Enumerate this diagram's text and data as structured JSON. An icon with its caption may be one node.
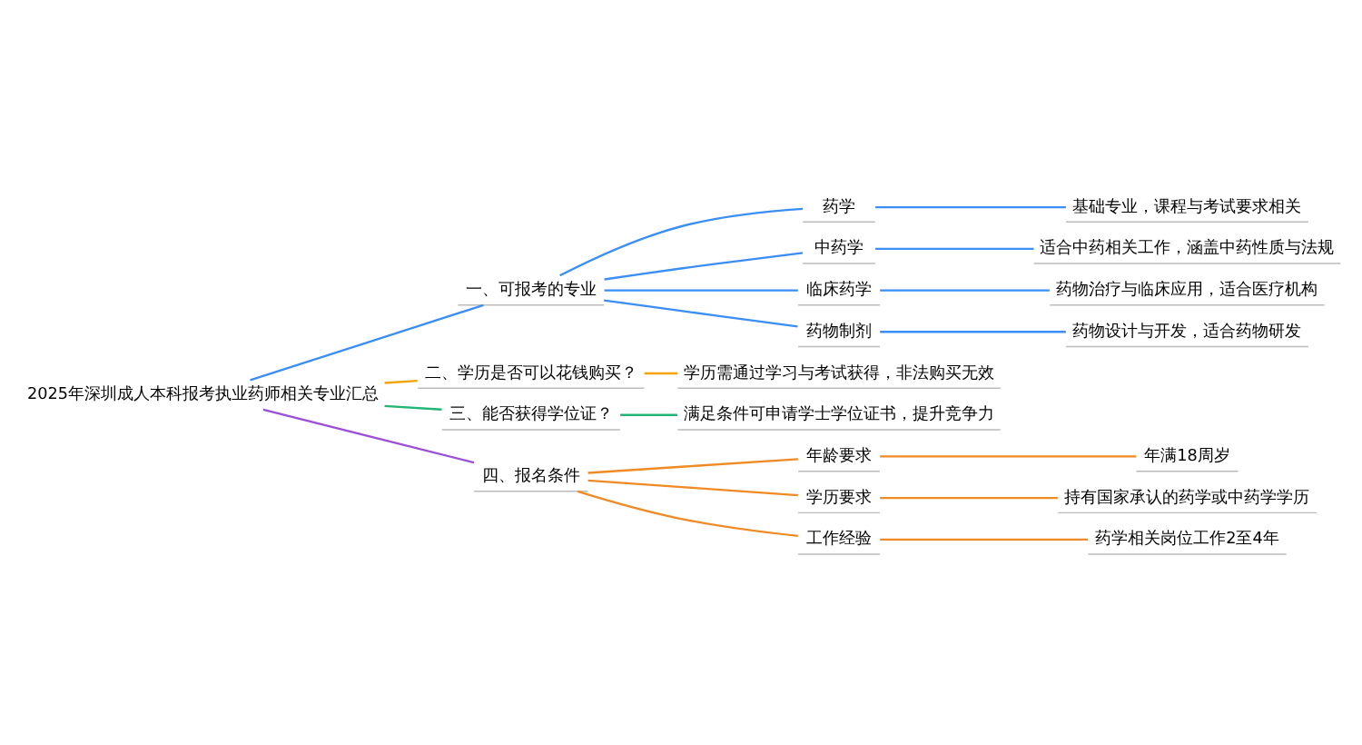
{
  "diagram": {
    "nodes": [
      {
        "text": [
          "2025年深圳成人本科报考执业药师相关专业汇总"
        ]
      },
      {
        "text": [
          "一、可报考的专业"
        ]
      },
      {
        "text": [
          "药学"
        ]
      },
      {
        "text": [
          "基础专业，课程与考试要求相关"
        ]
      },
      {
        "text": [
          "中药学"
        ]
      },
      {
        "text": [
          "适合中药相关工作，涵盖中药性质与法规"
        ]
      },
      {
        "text": [
          "临床药学"
        ]
      },
      {
        "text": [
          "药物治疗与临床应用，适合医疗机构"
        ]
      },
      {
        "text": [
          "药物制剂"
        ]
      },
      {
        "text": [
          "药物设计与开发，适合药物研发"
        ]
      },
      {
        "text": [
          "二、学历是否可以花钱购买？"
        ]
      },
      {
        "text": [
          "学历需通过学习与考试获得，非法购买无效"
        ]
      },
      {
        "text": [
          "三、能否获得学位证？"
        ]
      },
      {
        "text": [
          "满足条件可申请学士学位证书，提升竞争力"
        ]
      },
      {
        "text": [
          "四、报名条件"
        ]
      },
      {
        "text": [
          "年龄要求"
        ]
      },
      {
        "text": [
          "年满18周岁"
        ]
      },
      {
        "text": [
          "学历要求"
        ]
      },
      {
        "text": [
          "持有国家承认的药学或中药学学历"
        ]
      },
      {
        "text": [
          "工作经验"
        ]
      },
      {
        "text": [
          "药学相关岗位工作2至4年"
        ]
      }
    ],
    "edges": [
      {
        "from": 0,
        "to": 1,
        "arrow": "none",
        "color": "#3a8ef6"
      },
      {
        "from": 1,
        "to": 2,
        "arrow": "none",
        "color": "#3a8ef6"
      },
      {
        "from": 2,
        "to": 3,
        "arrow": "none",
        "color": "#3a8ef6"
      },
      {
        "from": 1,
        "to": 4,
        "arrow": "none",
        "color": "#3a8ef6"
      },
      {
        "from": 4,
        "to": 5,
        "arrow": "none",
        "color": "#3a8ef6"
      },
      {
        "from": 1,
        "to": 6,
        "arrow": "none",
        "color": "#3a8ef6"
      },
      {
        "from": 6,
        "to": 7,
        "arrow": "none",
        "color": "#3a8ef6"
      },
      {
        "from": 1,
        "to": 8,
        "arrow": "none",
        "color": "#3a8ef6"
      },
      {
        "from": 8,
        "to": 9,
        "arrow": "none",
        "color": "#3a8ef6"
      },
      {
        "from": 0,
        "to": 10,
        "arrow": "none",
        "color": "#f5a300"
      },
      {
        "from": 10,
        "to": 11,
        "arrow": "none",
        "color": "#f5a300"
      },
      {
        "from": 0,
        "to": 12,
        "arrow": "none",
        "color": "#22b573"
      },
      {
        "from": 12,
        "to": 13,
        "arrow": "none",
        "color": "#22b573"
      },
      {
        "from": 0,
        "to": 14,
        "arrow": "none",
        "color": "#9b4fd6"
      },
      {
        "from": 14,
        "to": 15,
        "arrow": "none",
        "color": "#f08a24"
      },
      {
        "from": 15,
        "to": 16,
        "arrow": "none",
        "color": "#f08a24"
      },
      {
        "from": 14,
        "to": 17,
        "arrow": "none",
        "color": "#f08a24"
      },
      {
        "from": 17,
        "to": 18,
        "arrow": "none",
        "color": "#f08a24"
      },
      {
        "from": 14,
        "to": 19,
        "arrow": "none",
        "color": "#f08a24"
      },
      {
        "from": 19,
        "to": 20,
        "arrow": "none",
        "color": "#f08a24"
      }
    ]
  }
}
